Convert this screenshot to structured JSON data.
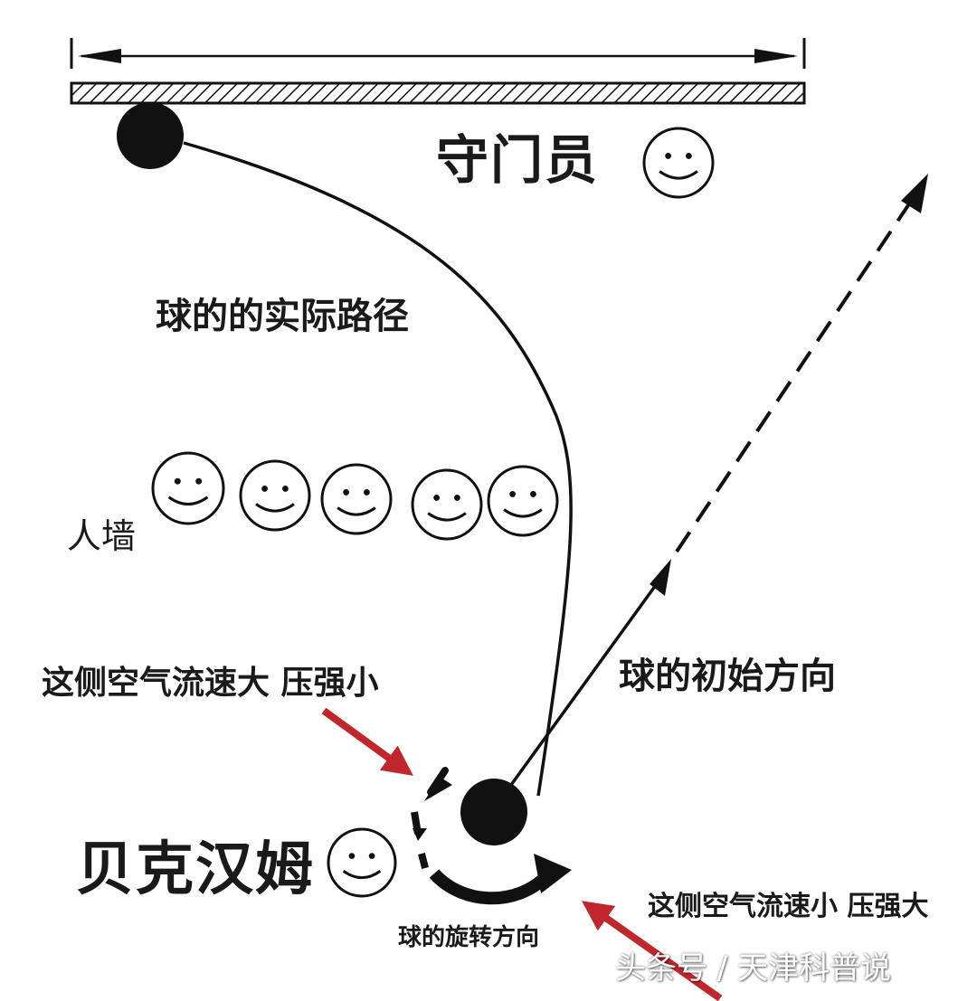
{
  "labels": {
    "goalkeeper": "守门员",
    "actual_path": "球的的实际路径",
    "wall": "人墙",
    "fast_side": "这侧空气流速大 压强小",
    "initial_direction": "球的初始方向",
    "kicker": "贝克汉姆",
    "slow_side": "这侧空气流速小 压强大",
    "spin_direction": "球的旋转方向"
  },
  "watermark": "头条号 / 天津科普说",
  "colors": {
    "line": "#111111",
    "force_arrow": "#c0272d",
    "background": "#ffffff"
  },
  "icons": [
    "smiley-face-icon",
    "ball-icon",
    "spin-arrow-icon",
    "force-arrow-icon"
  ]
}
